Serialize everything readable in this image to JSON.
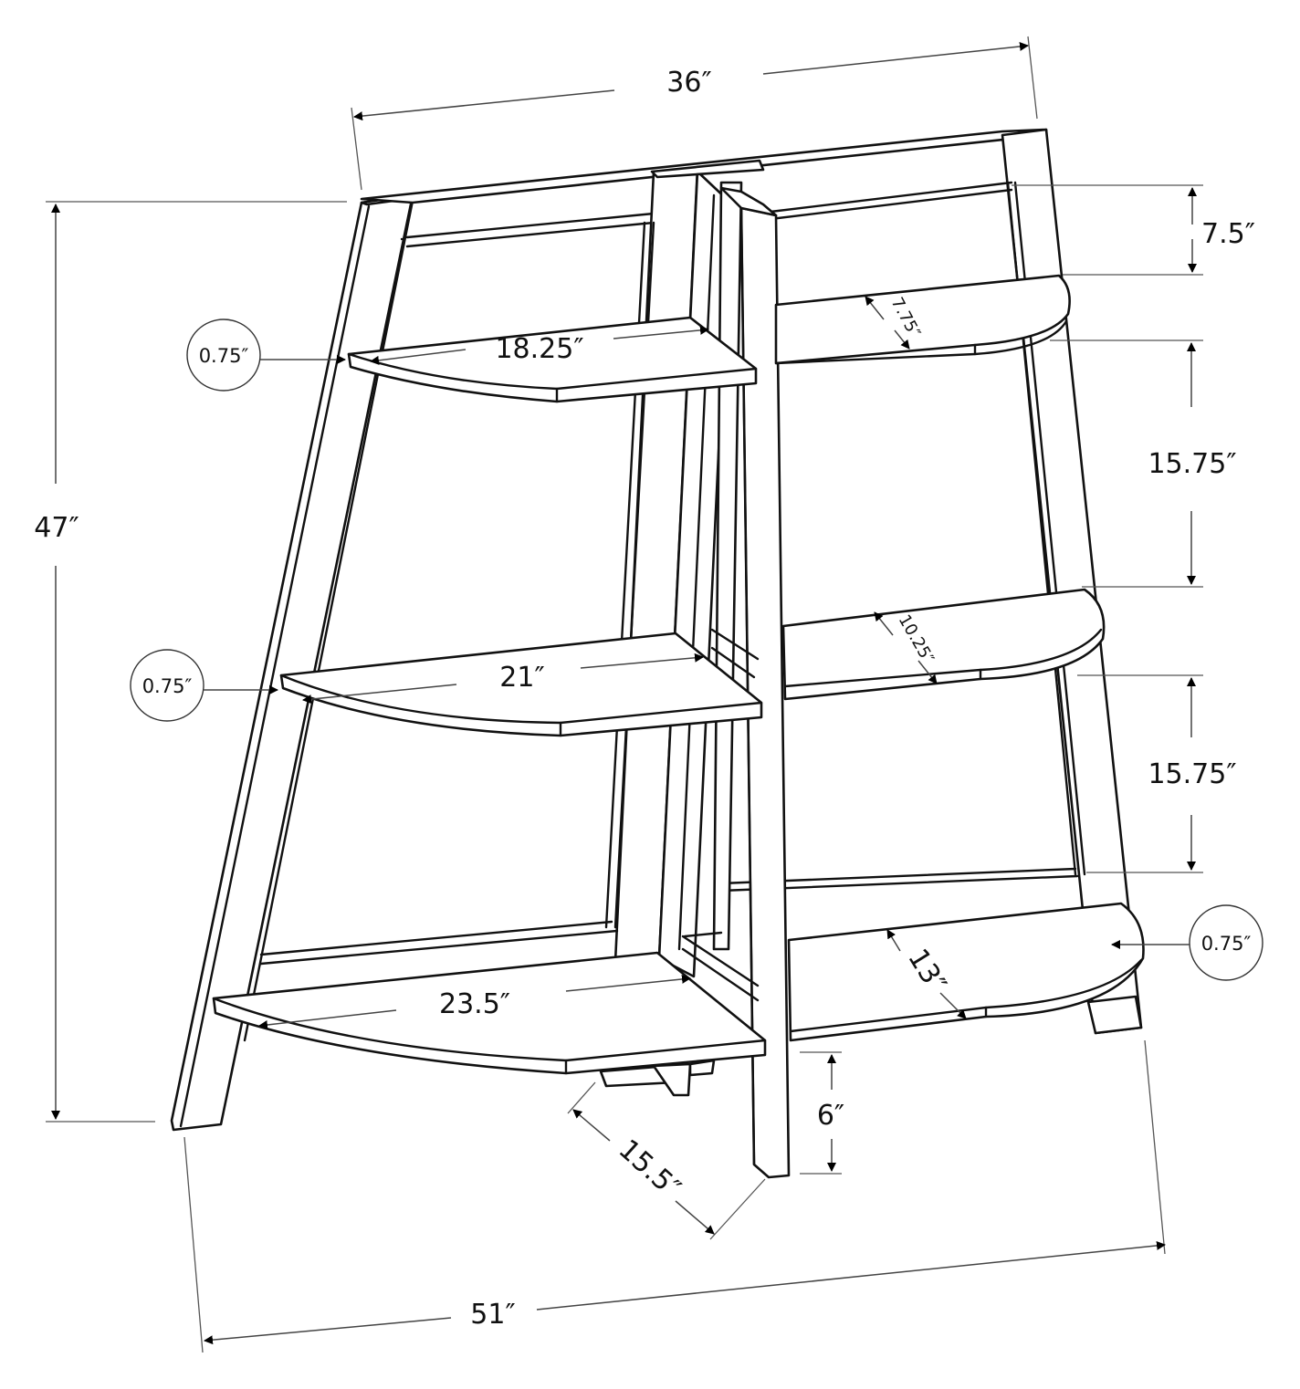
{
  "diagram": {
    "type": "product-dimension-drawing",
    "subject": "3-tier curved corner ladder bookshelf",
    "units": "inches",
    "overall": {
      "width_top": "36″",
      "width_bottom": "51″",
      "height": "47″",
      "depth_base": "15.5″",
      "leg_clearance": "6″"
    },
    "shelf_spacing": {
      "top_gap": "7.5″",
      "upper_gap": "15.75″",
      "lower_gap": "15.75″"
    },
    "shelves": [
      {
        "name": "top",
        "width": "18.25″",
        "depth": "7.75″",
        "thickness": "0.75″"
      },
      {
        "name": "middle",
        "width": "21″",
        "depth": "10.25″",
        "thickness": "0.75″"
      },
      {
        "name": "bottom",
        "width": "23.5″",
        "depth": "13″",
        "thickness": "0.75″"
      }
    ],
    "callouts": [
      {
        "label": "0.75″",
        "target": "top-shelf-thickness"
      },
      {
        "label": "0.75″",
        "target": "middle-shelf-thickness"
      },
      {
        "label": "0.75″",
        "target": "bottom-shelf-thickness"
      }
    ],
    "colors": {
      "line": "#111111",
      "dimension_line": "#444444",
      "background": "#ffffff"
    }
  }
}
